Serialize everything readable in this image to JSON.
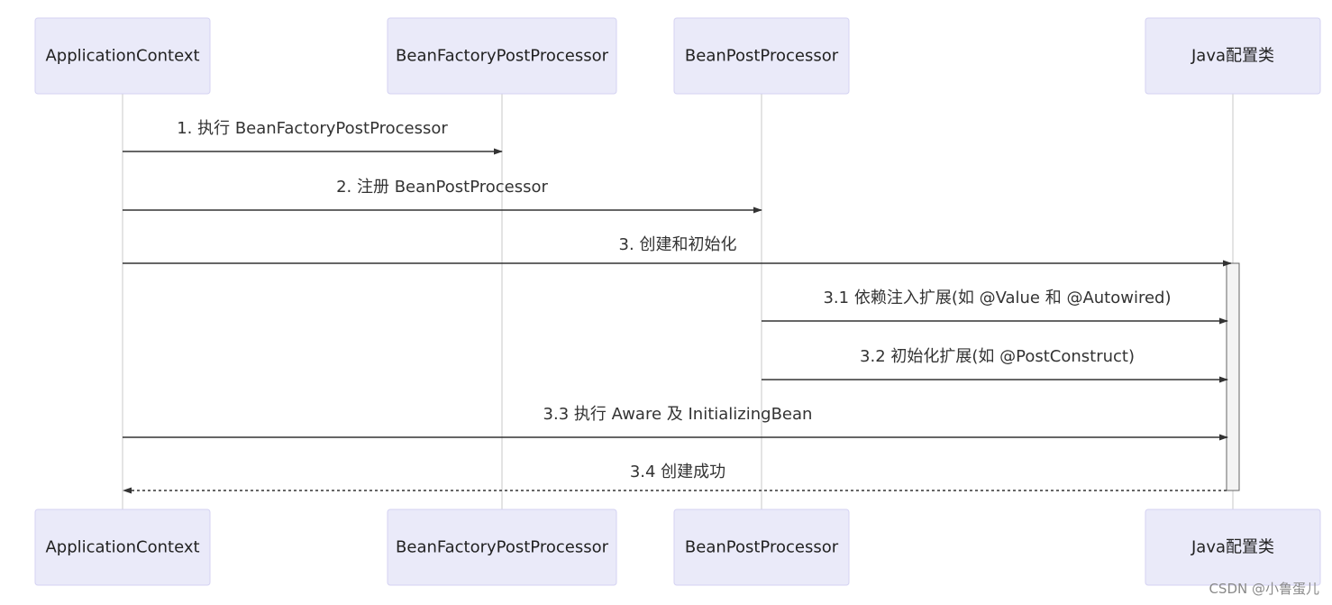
{
  "diagram": {
    "type": "sequence",
    "participants": [
      {
        "id": "ctx",
        "label": "ApplicationContext"
      },
      {
        "id": "bfpp",
        "label": "BeanFactoryPostProcessor"
      },
      {
        "id": "bpp",
        "label": "BeanPostProcessor"
      },
      {
        "id": "cfg",
        "label": "Java配置类"
      }
    ],
    "messages": [
      {
        "from": "ctx",
        "to": "bfpp",
        "label": "1. 执行 BeanFactoryPostProcessor",
        "style": "solid"
      },
      {
        "from": "ctx",
        "to": "bpp",
        "label": "2. 注册 BeanPostProcessor",
        "style": "solid"
      },
      {
        "from": "ctx",
        "to": "cfg",
        "label": "3. 创建和初始化",
        "style": "solid"
      },
      {
        "from": "bpp",
        "to": "cfg",
        "label": "3.1 依赖注入扩展(如 @Value 和 @Autowired)",
        "style": "solid"
      },
      {
        "from": "bpp",
        "to": "cfg",
        "label": "3.2 初始化扩展(如 @PostConstruct)",
        "style": "solid"
      },
      {
        "from": "ctx",
        "to": "cfg",
        "label": "3.3 执行 Aware 及 InitializingBean",
        "style": "solid"
      },
      {
        "from": "cfg",
        "to": "ctx",
        "label": "3.4 创建成功",
        "style": "dashed"
      }
    ],
    "activations": [
      {
        "participant": "cfg",
        "from_message": 2,
        "to_message": 6
      }
    ]
  },
  "colors": {
    "actor_fill": "#eaeaf9",
    "actor_border": "#d4d2f2",
    "line": "#333333",
    "lifeline": "#c8c8c8"
  },
  "watermark": "CSDN @小鲁蛋儿"
}
